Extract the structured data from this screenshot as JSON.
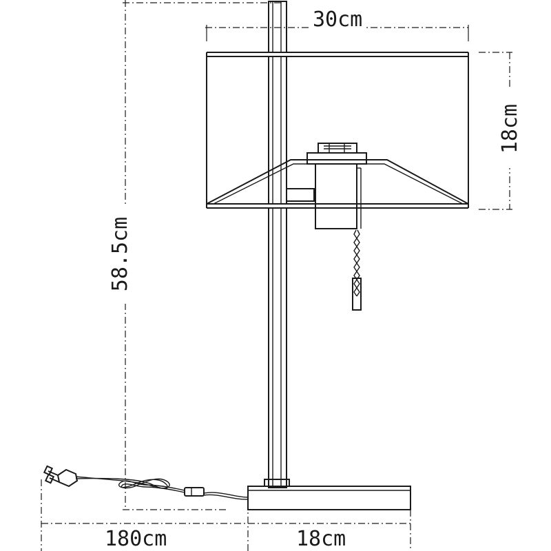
{
  "diagram": {
    "title": "",
    "colors": {
      "line": "#1a1a1a",
      "background": "#ffffff"
    },
    "dimensions": {
      "shade_width": "30cm",
      "shade_height": "18cm",
      "total_height": "58.5cm",
      "cord_length": "180cm",
      "base_width": "18cm"
    },
    "parts": [
      "lamp-shade",
      "vertical-stem",
      "lamp-socket",
      "pull-chain",
      "base-plate",
      "power-cord",
      "cord-switch",
      "plug"
    ]
  }
}
